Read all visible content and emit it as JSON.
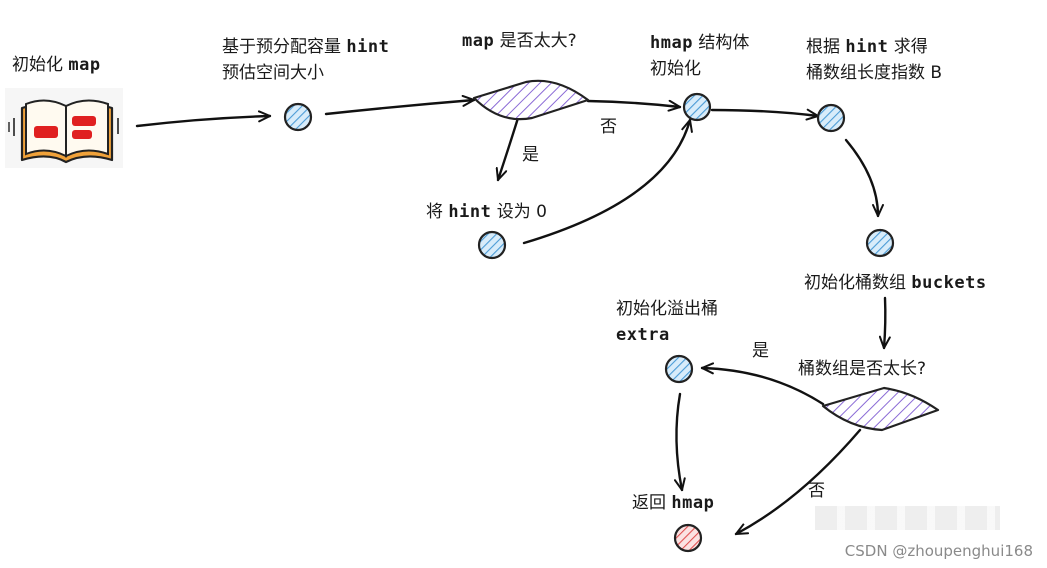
{
  "nodes": {
    "init_map": {
      "text": "初始化",
      "code": "map"
    },
    "estimate": {
      "line1_text": "基于预分配容量",
      "line1_code": "hint",
      "line2": "预估空间大小"
    },
    "too_big": {
      "code": "map",
      "text": "是否太大?"
    },
    "set_hint": {
      "pre": "将",
      "code": "hint",
      "post": "设为 0"
    },
    "hmap_init": {
      "line1_code": "hmap",
      "line1_text": "结构体",
      "line2": "初始化"
    },
    "compute_b": {
      "line1_pre": "根据",
      "line1_code": "hint",
      "line1_post": "求得",
      "line2": "桶数组长度指数 B"
    },
    "init_buckets": {
      "text": "初始化桶数组",
      "code": "buckets"
    },
    "too_long": {
      "text": "桶数组是否太长?"
    },
    "init_overflow": {
      "line1": "初始化溢出桶",
      "line2_code": "extra"
    },
    "return_hmap": {
      "text": "返回",
      "code": "hmap"
    }
  },
  "edge_labels": {
    "yes_1": "是",
    "no_1": "否",
    "yes_2": "是",
    "no_2": "否"
  },
  "watermark": "CSDN @zhoupenghui168",
  "colors": {
    "circle_fill": "#a9d6f2",
    "circle_fill_red": "#f4b8b8",
    "diamond_fill": "#cfc3f0",
    "book_red": "#e02020",
    "book_orange": "#f0a23a"
  }
}
